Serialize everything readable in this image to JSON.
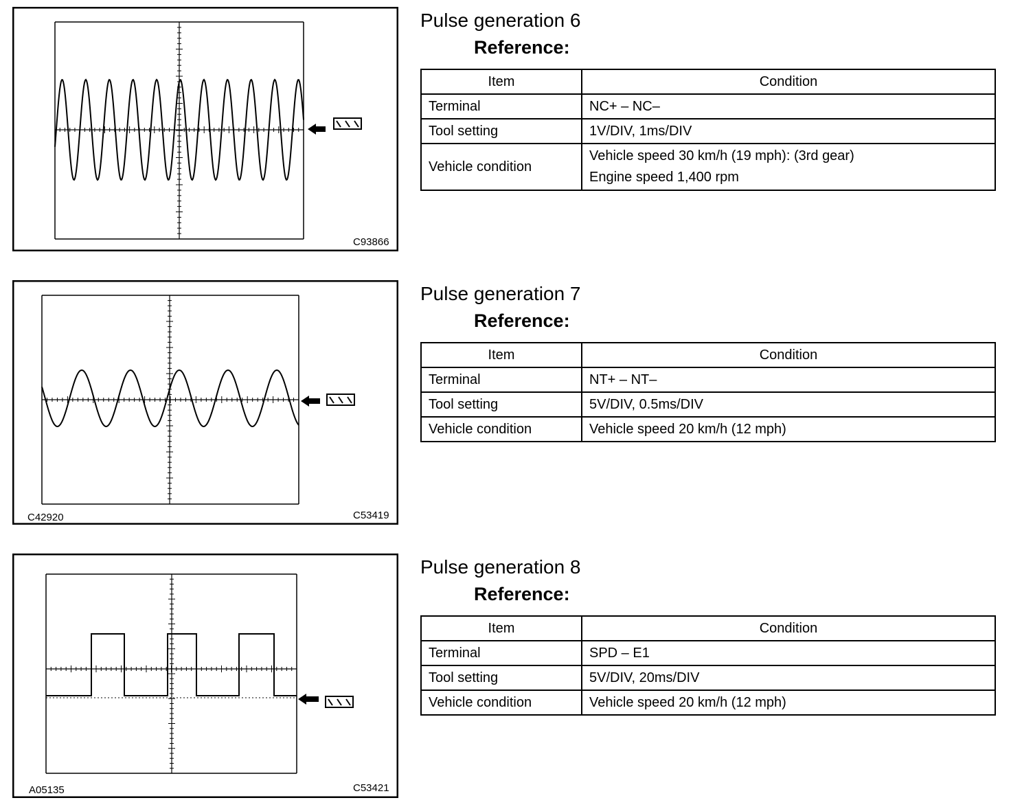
{
  "sections": [
    {
      "title": "Pulse generation 6",
      "reference": "Reference:",
      "figure_code": "C93866",
      "figure_code_left": "",
      "waveform": "sine",
      "ground_icon": "ground-symbol-icon",
      "table": {
        "headers": [
          "Item",
          "Condition"
        ],
        "rows": [
          {
            "item": "Terminal",
            "condition": [
              "NC+ – NC–"
            ]
          },
          {
            "item": "Tool setting",
            "condition": [
              "1V/DIV, 1ms/DIV"
            ]
          },
          {
            "item": "Vehicle condition",
            "condition": [
              "Vehicle speed 30 km/h (19 mph): (3rd gear)",
              "Engine speed 1,400 rpm"
            ]
          }
        ]
      }
    },
    {
      "title": "Pulse generation 7",
      "reference": "Reference:",
      "figure_code": "C53419",
      "figure_code_left": "C42920",
      "waveform": "sine",
      "ground_icon": "ground-symbol-icon",
      "table": {
        "headers": [
          "Item",
          "Condition"
        ],
        "rows": [
          {
            "item": "Terminal",
            "condition": [
              "NT+ – NT–"
            ]
          },
          {
            "item": "Tool setting",
            "condition": [
              "5V/DIV, 0.5ms/DIV"
            ]
          },
          {
            "item": "Vehicle condition",
            "condition": [
              "Vehicle speed 20 km/h (12 mph)"
            ]
          }
        ]
      }
    },
    {
      "title": "Pulse generation 8",
      "reference": "Reference:",
      "figure_code": "C53421",
      "figure_code_left": "A05135",
      "waveform": "square",
      "ground_icon": "ground-symbol-icon",
      "table": {
        "headers": [
          "Item",
          "Condition"
        ],
        "rows": [
          {
            "item": "Terminal",
            "condition": [
              "SPD – E1"
            ]
          },
          {
            "item": "Tool setting",
            "condition": [
              "5V/DIV, 20ms/DIV"
            ]
          },
          {
            "item": "Vehicle condition",
            "condition": [
              "Vehicle speed 20 km/h (12 mph)"
            ]
          }
        ]
      }
    }
  ]
}
